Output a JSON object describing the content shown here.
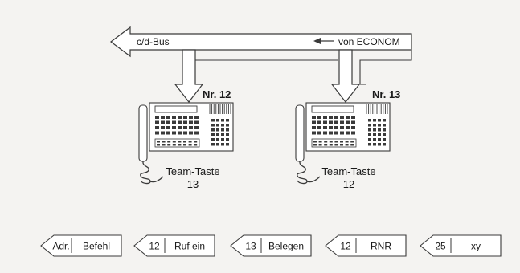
{
  "bus": {
    "cd_bus_label": "c/d-Bus",
    "econom_label": "von ECONOM"
  },
  "phones": [
    {
      "number_label": "Nr. 12",
      "caption_line1": "Team-Taste",
      "caption_line2": "13"
    },
    {
      "number_label": "Nr. 13",
      "caption_line1": "Team-Taste",
      "caption_line2": "12"
    }
  ],
  "sequence": [
    {
      "left": "Adr.",
      "right": "Befehl"
    },
    {
      "left": "12",
      "right": "Ruf ein"
    },
    {
      "left": "13",
      "right": "Belegen"
    },
    {
      "left": "12",
      "right": "RNR"
    },
    {
      "left": "25",
      "right": "xy"
    }
  ],
  "colors": {
    "background": "#f4f3f1",
    "line": "#3a3a3a",
    "shape_fill": "#ffffff"
  }
}
